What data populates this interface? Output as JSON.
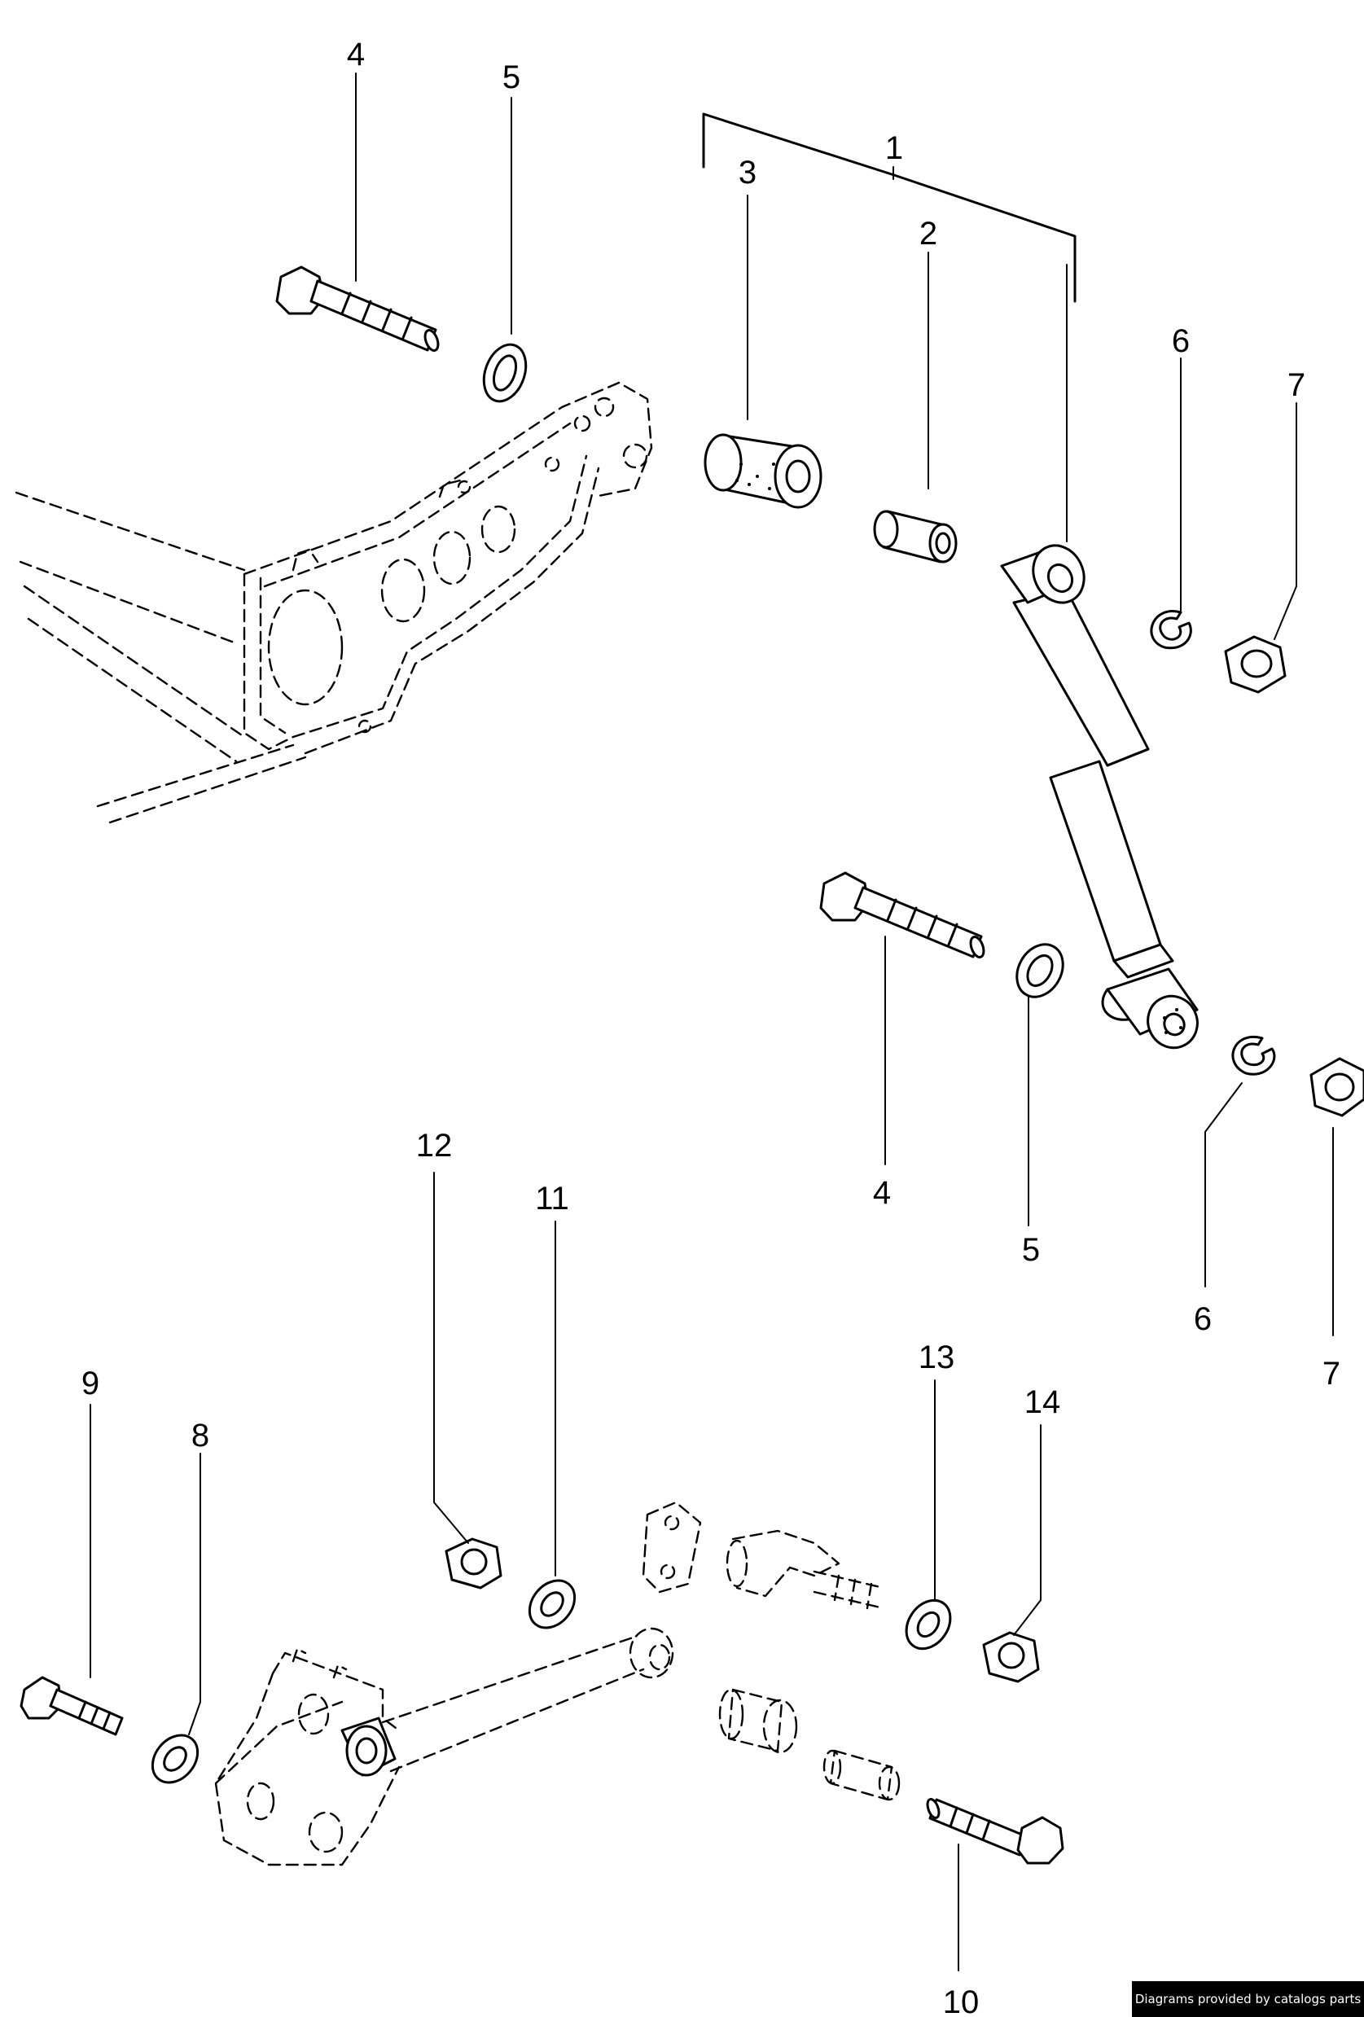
{
  "callouts": {
    "c1": "1",
    "c2": "2",
    "c3": "3",
    "c4a": "4",
    "c5a": "5",
    "c6a": "6",
    "c7a": "7",
    "c4b": "4",
    "c5b": "5",
    "c6b": "6",
    "c7b": "7",
    "c8": "8",
    "c9": "9",
    "c10": "10",
    "c11": "11",
    "c12": "12",
    "c13": "13",
    "c14": "14"
  },
  "footer": {
    "credit": "Diagrams provided by catalogs parts"
  }
}
